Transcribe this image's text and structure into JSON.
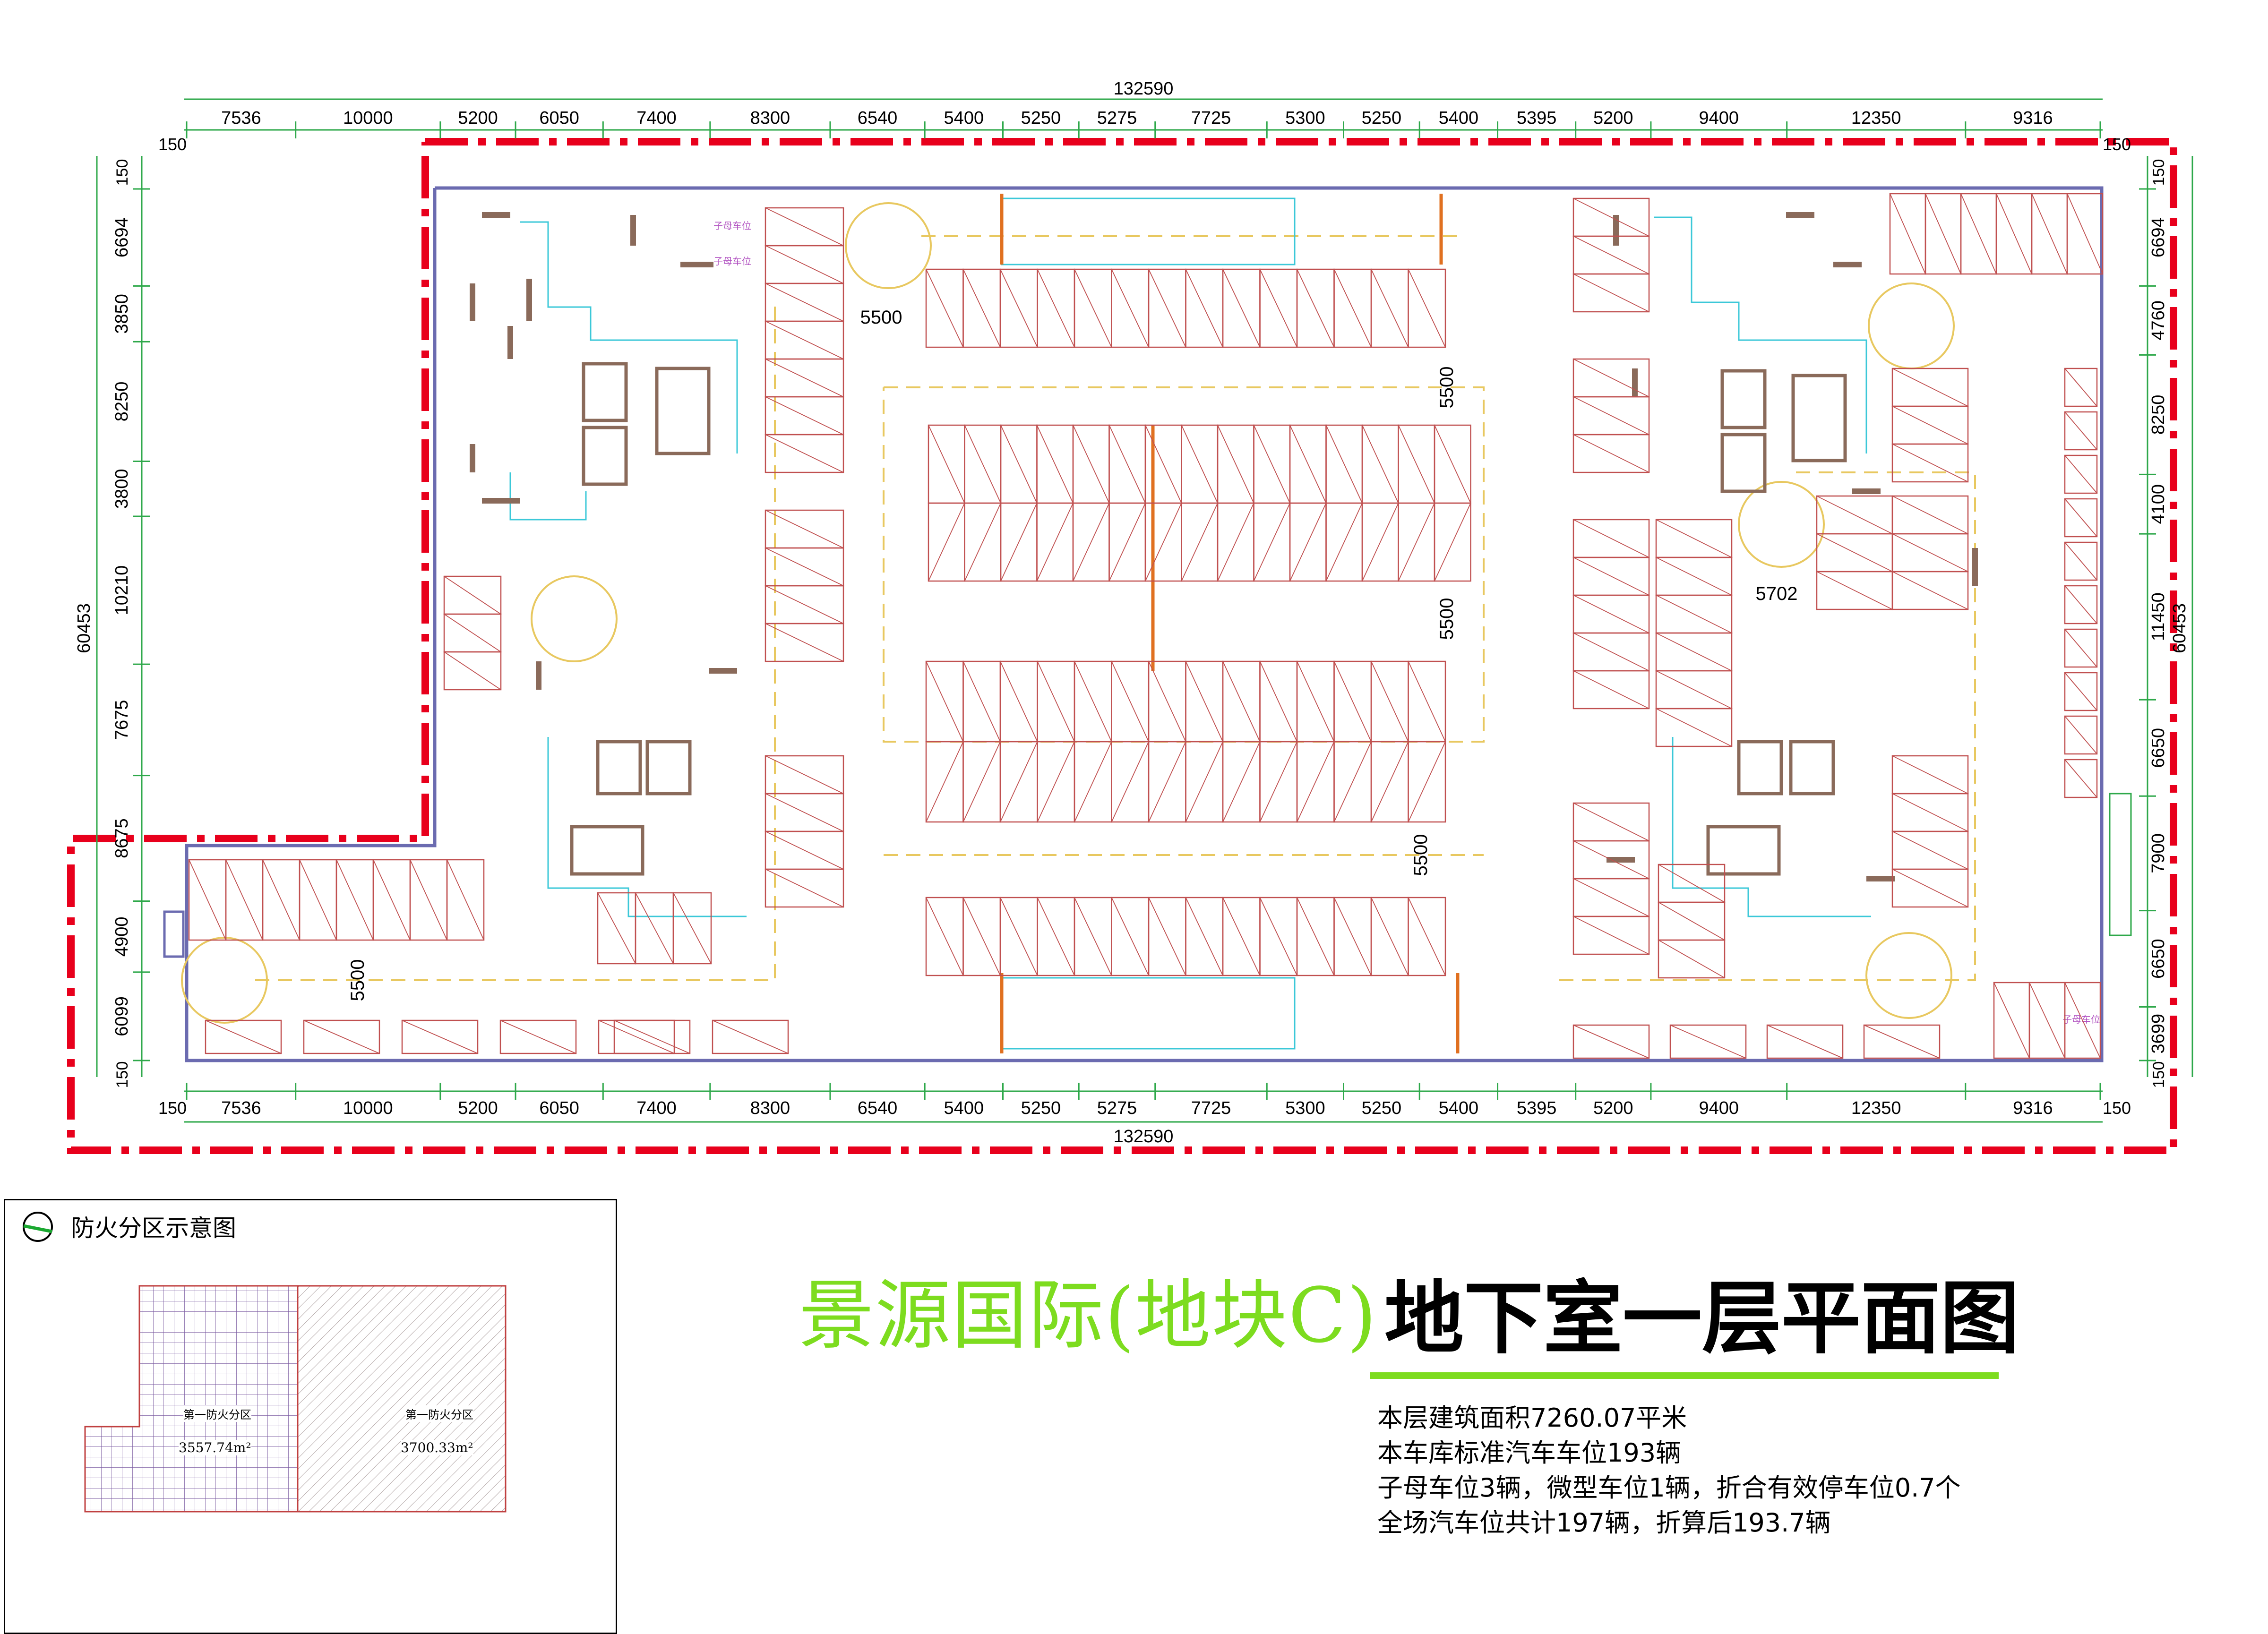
{
  "drawing": {
    "overall_width": "132590",
    "overall_height": "60453",
    "edge_offset": "150",
    "top_segments": [
      "7536",
      "10000",
      "5200",
      "6050",
      "7400",
      "8300",
      "6540",
      "5400",
      "5250",
      "5275",
      "7725",
      "5300",
      "5250",
      "5400",
      "5395",
      "5200",
      "9400",
      "12350",
      "9316"
    ],
    "bottom_segments": [
      "7536",
      "10000",
      "5200",
      "6050",
      "7400",
      "8300",
      "6540",
      "5400",
      "5250",
      "5275",
      "7725",
      "5300",
      "5250",
      "5400",
      "5395",
      "5200",
      "9400",
      "12350",
      "9316"
    ],
    "left_segments": [
      "6694",
      "3850",
      "8250",
      "3800",
      "10210",
      "7675",
      "8675",
      "4900",
      "6099"
    ],
    "right_segments": [
      "6694",
      "4760",
      "8250",
      "4100",
      "11450",
      "6650",
      "7900",
      "6650",
      "3699"
    ],
    "aisle_widths": [
      "5500",
      "5500",
      "5500",
      "5500",
      "5500",
      "5702"
    ],
    "sub_parent_label": "子母车位"
  },
  "legend": {
    "title": "防火分区示意图",
    "zone_left_name": "第一防火分区",
    "zone_left_area": "3557.74m²",
    "zone_right_name": "第一防火分区",
    "zone_right_area": "3700.33m²"
  },
  "title": {
    "project": "景源国际(地块C)",
    "drawing": "地下室一层平面图"
  },
  "notes": [
    "本层建筑面积7260.07平米",
    "本车库标准汽车车位193辆",
    "子母车位3辆，微型车位1辆，折合有效停车位0.7个",
    "全场汽车位共计197辆，折算后193.7辆"
  ],
  "colors": {
    "fire_boundary": "#e8001c",
    "dimension": "#2ea84a",
    "structure": "#6b6bb0",
    "parking": "#c05050",
    "title_green": "#7ddc1f",
    "walls": "#8a6a5a",
    "cyan_lines": "#3cc8d8"
  }
}
